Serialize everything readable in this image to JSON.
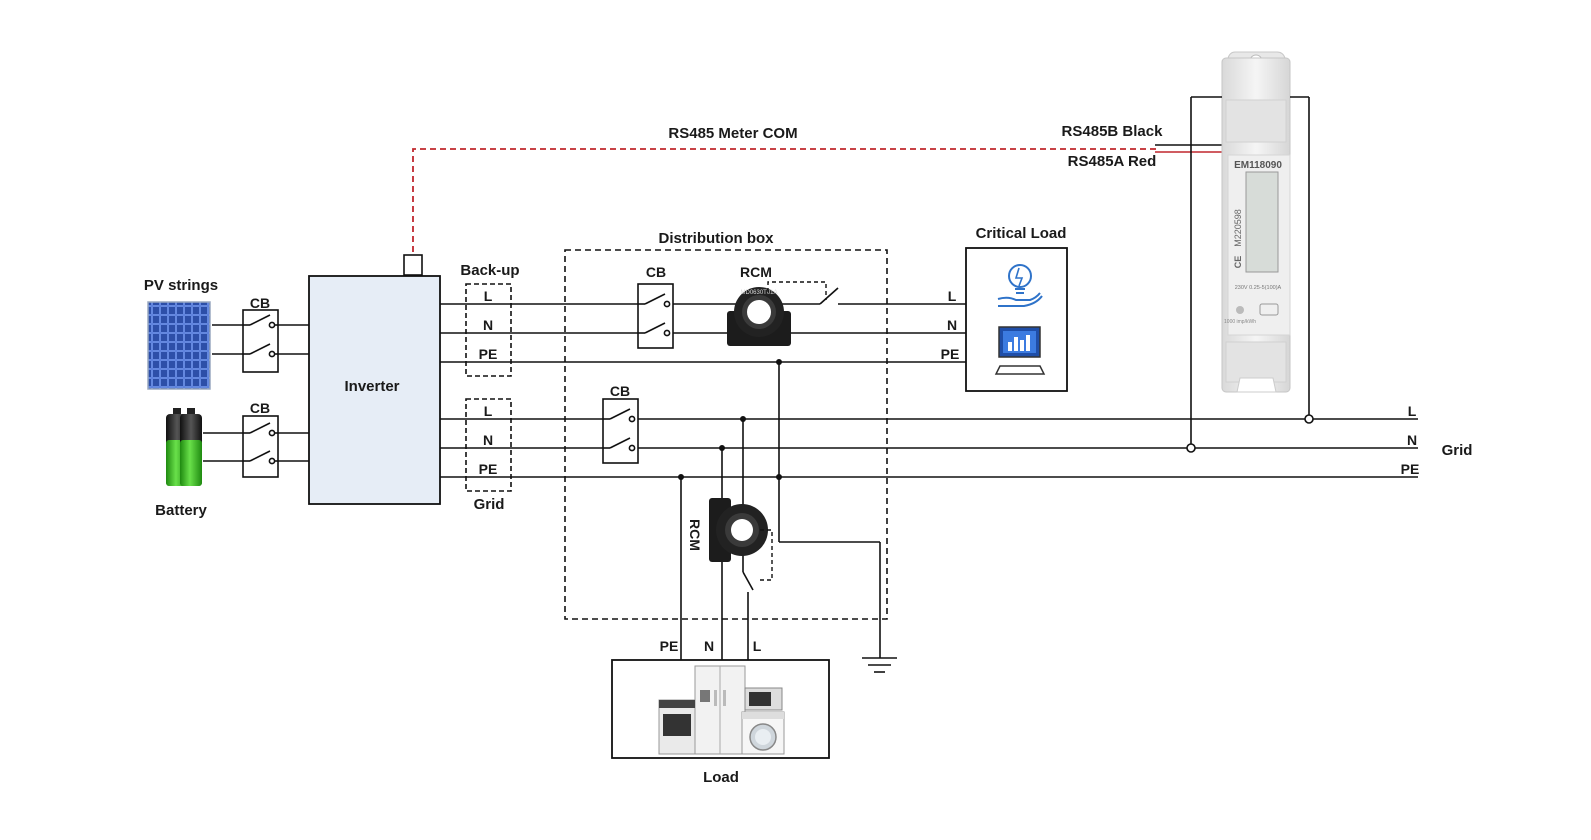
{
  "labels": {
    "rs485_meter_com": "RS485 Meter COM",
    "rs485b": "RS485B Black",
    "rs485a": "RS485A Red",
    "pv_strings": "PV strings",
    "battery": "Battery",
    "cb": "CB",
    "inverter": "Inverter",
    "backup": "Back-up",
    "grid_port": "Grid",
    "distribution_box": "Distribution box",
    "rcm": "RCM",
    "critical_load": "Critical Load",
    "load": "Load",
    "grid": "Grid",
    "l": "L",
    "n": "N",
    "pe": "PE"
  },
  "meter": {
    "model": "EM118090",
    "serial": "M220598",
    "marks": "CE",
    "rating": "230V  0.25-5(100)A",
    "constant": "1000 imp/kWh"
  },
  "rcm_device_text": "MD0630T01A",
  "colors": {
    "line": "#111111",
    "com_line": "#c0272d",
    "inverter_fill": "#e6edf6",
    "meter_body": "#eeeeee",
    "battery_green": "#3fb51f"
  }
}
